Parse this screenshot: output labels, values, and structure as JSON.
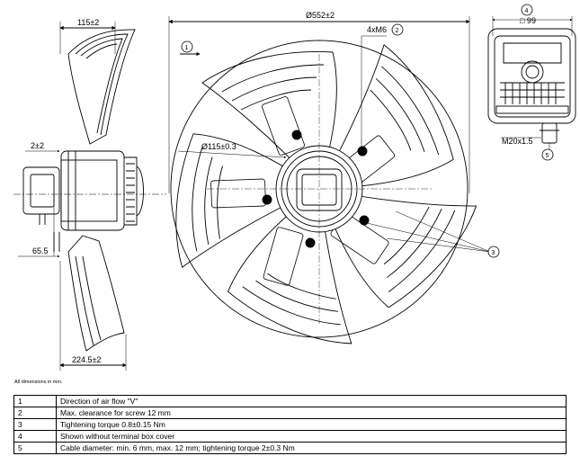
{
  "dimensions": {
    "depth_top": "115±2",
    "depth_bottom": "224.5±2",
    "offset": "2±2",
    "bracket": "65.5",
    "diameter": "Ø552±2",
    "hub_diameter": "Ø115±0.3",
    "screw": "4xM6",
    "box_size": "□ 99",
    "cable_gland": "M20x1.5"
  },
  "markers": {
    "airflow": "1",
    "clearance": "2",
    "torque": "3",
    "box_cover": "4",
    "cable": "5"
  },
  "note": "All dimensions in mm.",
  "legend": [
    {
      "num": "1",
      "text": "Direction of air flow \"V\""
    },
    {
      "num": "2",
      "text": "Max. clearance for screw 12 mm"
    },
    {
      "num": "3",
      "text": "Tightening torque 0.8±0.15 Nm"
    },
    {
      "num": "4",
      "text": "Shown without terminal box cover"
    },
    {
      "num": "5",
      "text": "Cable diameter: min. 6 mm, max. 12 mm; tightening torque 2±0.3 Nm"
    }
  ]
}
